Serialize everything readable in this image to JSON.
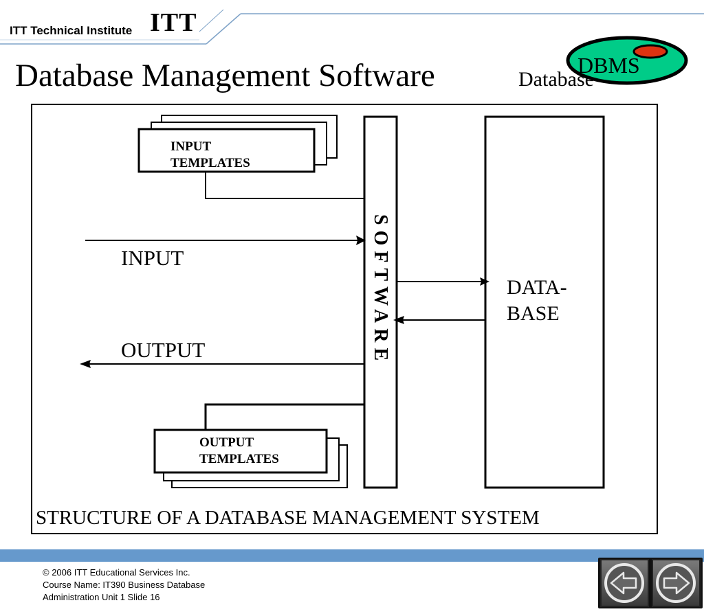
{
  "header": {
    "logo_text": "ITT Technical Institute",
    "logo_mark": "ITT"
  },
  "slide": {
    "title": "Database Management Software",
    "subtitle_word": "Database",
    "badge_text": "DBMS"
  },
  "diagram": {
    "input_templates_line1": "INPUT",
    "input_templates_line2": "TEMPLATES",
    "output_templates_line1": "OUTPUT",
    "output_templates_line2": "TEMPLATES",
    "input_label": "INPUT",
    "output_label": "OUTPUT",
    "software_label": "SOFTWARE",
    "database_line1": "DATA-",
    "database_line2": "BASE",
    "caption": "STRUCTURE OF A DATABASE MANAGEMENT SYSTEM"
  },
  "footer": {
    "line1": "© 2006 ITT Educational Services Inc.",
    "line2": "Course Name: IT390 Business Database",
    "line3": "Administration Unit 1 Slide 16"
  },
  "colors": {
    "footer_bar": "#6699cc",
    "badge_green": "#00cc88",
    "badge_red": "#dd3311",
    "header_line": "#7fa3c8"
  },
  "icons": {
    "back": "back-arrow-icon",
    "forward": "forward-arrow-icon"
  }
}
